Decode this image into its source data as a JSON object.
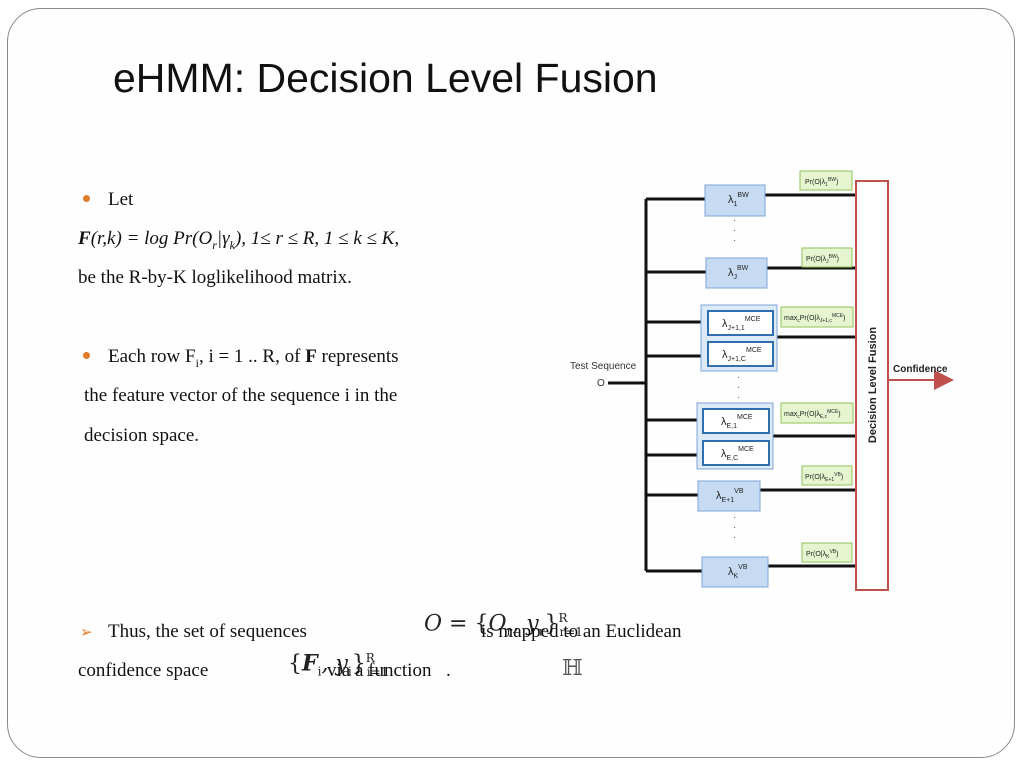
{
  "slide": {
    "title": "eHMM: Decision Level Fusion",
    "bullet1": {
      "label": "Let",
      "formula_F": "F",
      "formula_rest": "(r,k) = log Pr(O",
      "formula_sub_r": "r",
      "formula_bar": "|",
      "formula_gamma": "γ",
      "formula_sub_k": "k",
      "formula_tail": "), 1≤ r ≤ R, 1 ≤ k ≤ K,",
      "line2": "be the R-by-K loglikelihood matrix."
    },
    "bullet2": {
      "pre": "Each row F",
      "sub_i": "i",
      "mid": ", i = 1 .. R, of ",
      "bold_F": "F",
      "post": " represents",
      "line2": "the feature vector of the sequence i in the",
      "line3": "decision space."
    },
    "bullet3": {
      "line1_a": "Thus, the set of sequences",
      "eq1_O": "O",
      "eq1_eq": " = {",
      "eq1_inner": "O",
      "eq1_sub": "r",
      "eq1_comma": ", y",
      "eq1_sub2": "r",
      "eq1_close": "}",
      "eq1_sup": "R",
      "eq1_lim": "r=1",
      "line1_b": "is mapped to an Euclidean",
      "line2_a": "confidence space",
      "eq2_open": "{",
      "eq2_F": "F",
      "eq2_sub": "i",
      "eq2_comma": ", y",
      "eq2_sub2": "i",
      "eq2_close": "}",
      "eq2_sup": "R",
      "eq2_lim": "i=1",
      "line2_b": "via a function",
      "line2_c": ".",
      "space_symbol": "ℍ"
    }
  },
  "diagram": {
    "input_label": "Test Sequence",
    "input_symbol": "O",
    "fusion_label": "Decision Level Fusion",
    "output_label": "Confidence",
    "models": [
      {
        "sym": "λ",
        "sub": "1",
        "sup": "BW",
        "prob": "Pr(O|λ",
        "prob_sub": "1",
        "prob_sup": "BW",
        "prob_end": ")"
      },
      {
        "sym": "λ",
        "sub": "J",
        "sup": "BW",
        "prob": "Pr(O|λ",
        "prob_sub": "J",
        "prob_sup": "BW",
        "prob_end": ")"
      },
      {
        "sym": "λ",
        "sub": "J+1,1",
        "sup": "MCE",
        "group": 1
      },
      {
        "sym": "λ",
        "sub": "J+1,C",
        "sup": "MCE",
        "group": 1
      },
      {
        "sym": "λ",
        "sub": "E,1",
        "sup": "MCE",
        "group": 2
      },
      {
        "sym": "λ",
        "sub": "E,C",
        "sup": "MCE",
        "group": 2
      },
      {
        "sym": "λ",
        "sub": "E+1",
        "sup": "VB",
        "prob": "Pr(O|λ",
        "prob_sub": "E+1",
        "prob_sup": "VB",
        "prob_end": ")"
      },
      {
        "sym": "λ",
        "sub": "K",
        "sup": "VB",
        "prob": "Pr(O|λ",
        "prob_sub": "K",
        "prob_sup": "VB",
        "prob_end": ")"
      }
    ],
    "group_probs": [
      {
        "pre": "max",
        "pre_sub": "c",
        "mid": "Pr(O|λ",
        "sub": "J+1,c",
        "sup": "MCE",
        "end": ")"
      },
      {
        "pre": "max",
        "pre_sub": "c",
        "mid": "Pr(O|λ",
        "sub": "E,c",
        "sup": "MCE",
        "end": ")"
      }
    ],
    "ellipsis": "·"
  },
  "colors": {
    "bullet": "#e07b2a",
    "model_fill": "#c6dbf2",
    "model_stroke": "#7ba6d6",
    "mce_stroke": "#2f6fb0",
    "prob_fill": "#e6f5d0",
    "prob_stroke": "#8fc25a",
    "fusion_stroke": "#c0504d",
    "arrow": "#c0504d"
  }
}
